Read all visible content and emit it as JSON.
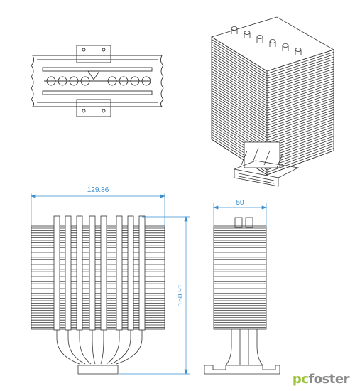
{
  "dimensions": {
    "front_width": "129.86",
    "height": "160.91",
    "side_depth": "50"
  },
  "watermark": {
    "part1": "pc",
    "part2": "foster"
  },
  "colors": {
    "line": "#333333",
    "dimension": "#3a8fd0",
    "watermark_green": "#9bc43c",
    "watermark_gray": "#8a8a8a"
  }
}
